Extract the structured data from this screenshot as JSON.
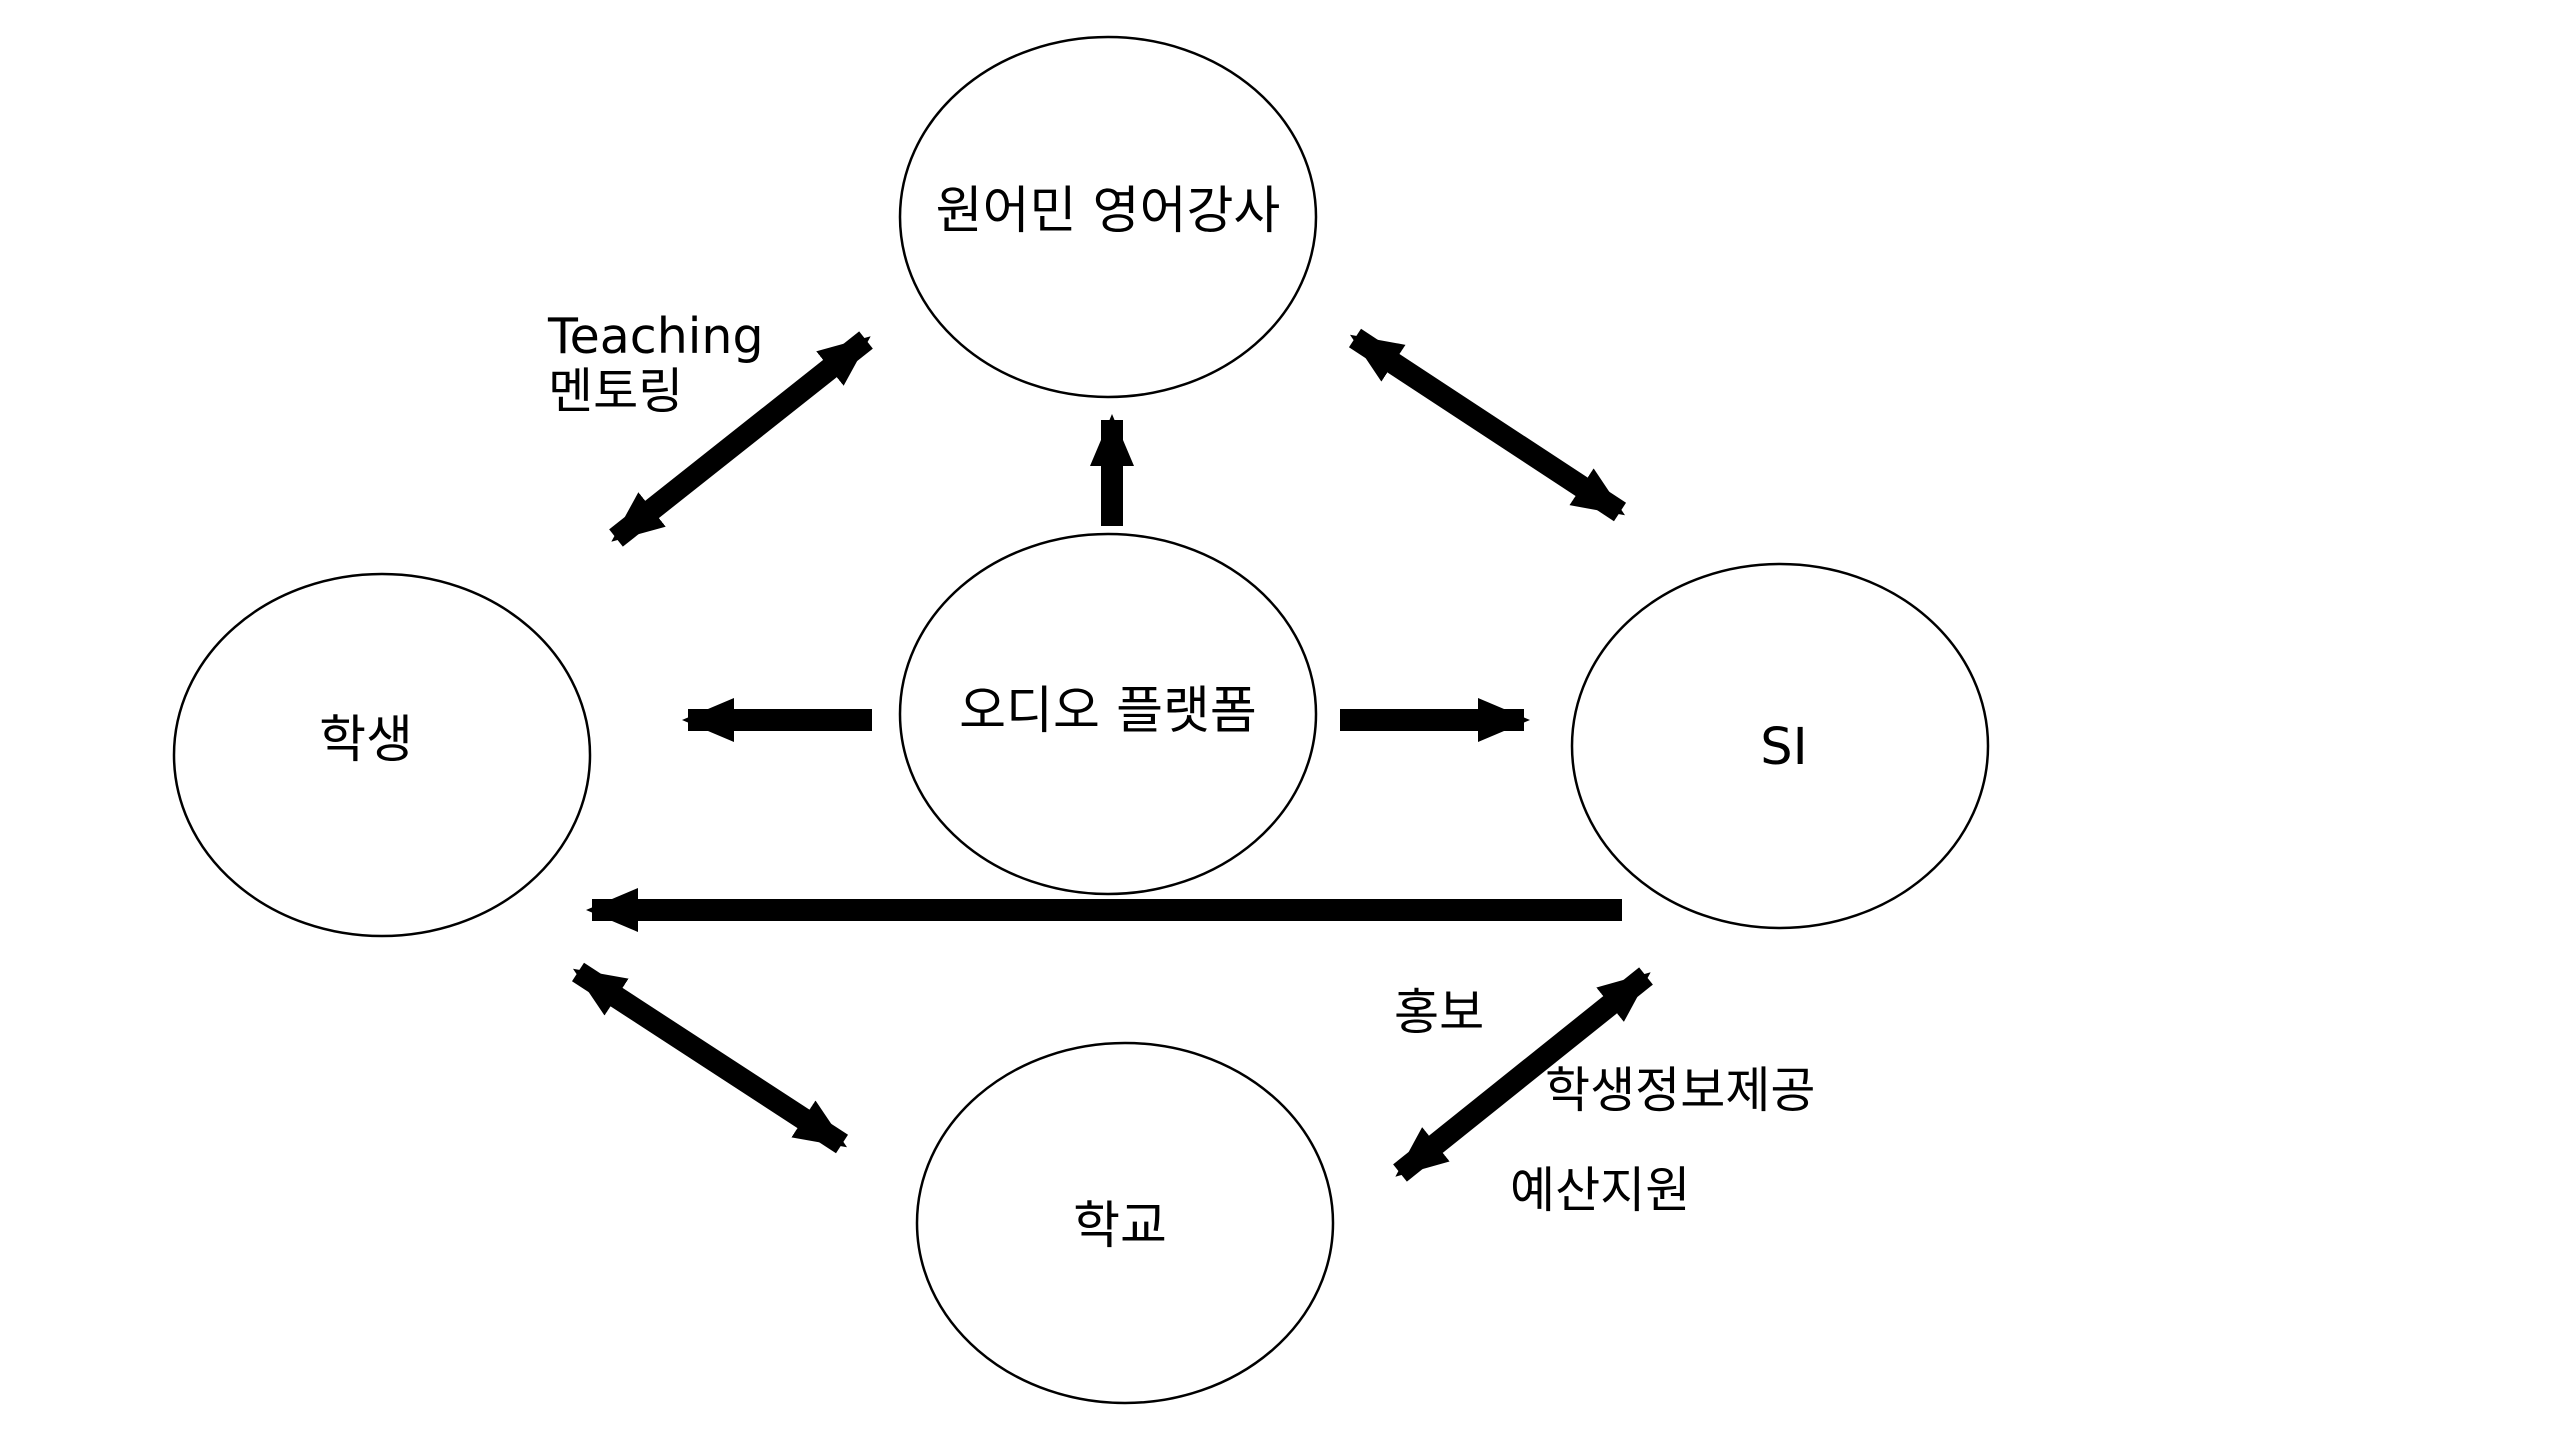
{
  "colors": {
    "stroke": "#000000",
    "background": "#ffffff"
  },
  "nodes": {
    "native_teacher": "원어민 영어강사",
    "student": "학생",
    "audio_platform": "오디오 플랫폼",
    "si": "SI",
    "school": "학교"
  },
  "edges": [
    {
      "from": "student",
      "to": "native_teacher",
      "direction": "both",
      "labels": [
        "Teaching",
        "멘토링"
      ]
    },
    {
      "from": "native_teacher",
      "to": "si",
      "direction": "both",
      "labels": []
    },
    {
      "from": "audio_platform",
      "to": "native_teacher",
      "direction": "forward",
      "labels": []
    },
    {
      "from": "audio_platform",
      "to": "student",
      "direction": "forward",
      "labels": []
    },
    {
      "from": "audio_platform",
      "to": "si",
      "direction": "forward",
      "labels": []
    },
    {
      "from": "si",
      "to": "student",
      "direction": "forward",
      "labels": []
    },
    {
      "from": "student",
      "to": "school",
      "direction": "both",
      "labels": []
    },
    {
      "from": "si",
      "to": "school",
      "direction": "both",
      "labels": [
        "홍보",
        "학생정보제공",
        "예산지원"
      ]
    }
  ]
}
